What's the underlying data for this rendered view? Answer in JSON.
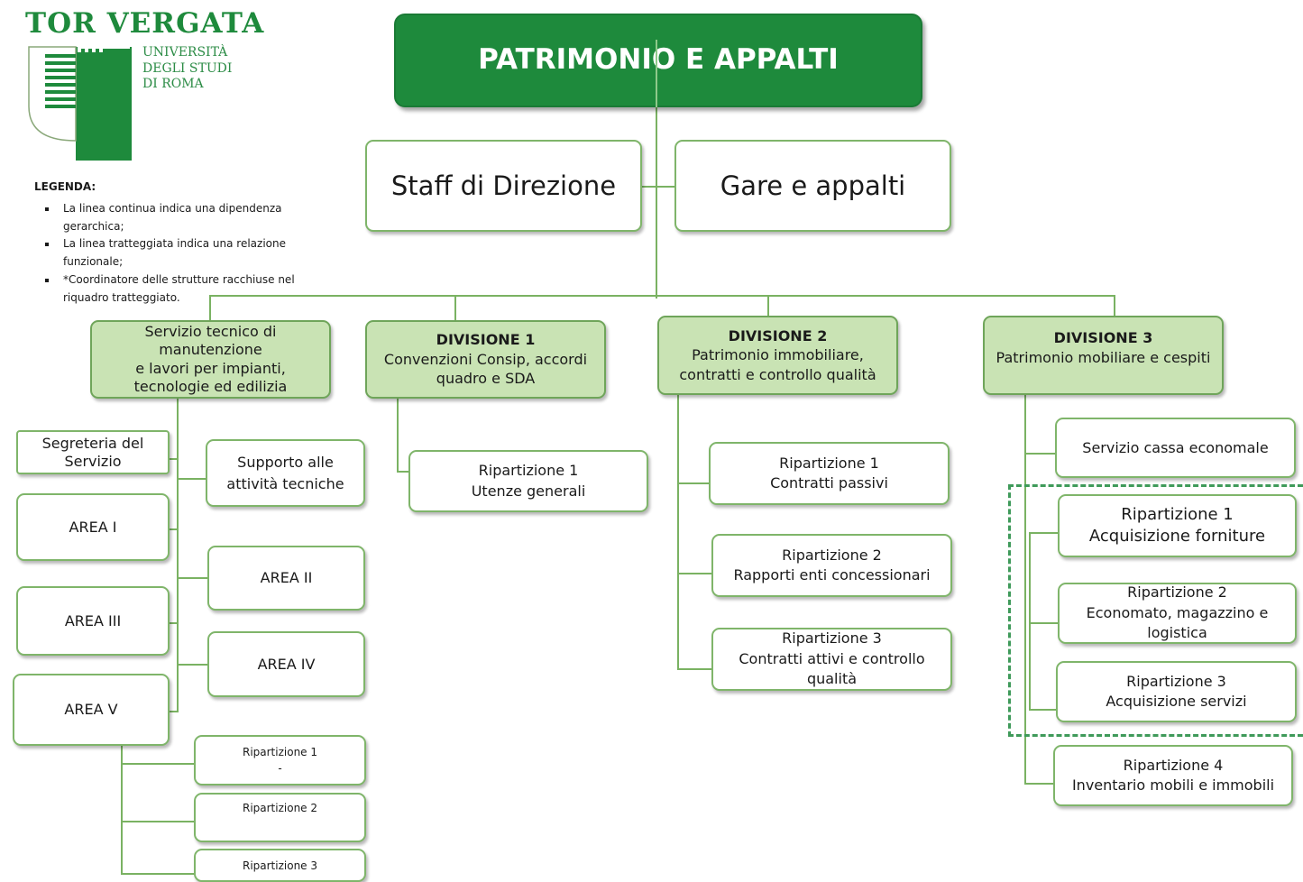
{
  "logo": {
    "title": "TOR VERGATA",
    "line1": "UNIVERSITÀ",
    "line2": "DEGLI STUDI",
    "line3": "DI ROMA"
  },
  "legend": {
    "heading": "LEGENDA:",
    "items": [
      "La linea continua indica una dipendenza gerarchica;",
      "La linea tratteggiata indica una relazione funzionale;",
      "*Coordinatore delle strutture racchiuse nel riquadro tratteggiato."
    ]
  },
  "top": {
    "title": "PATRIMONIO E APPALTI"
  },
  "staff": {
    "label": "Staff di Direzione"
  },
  "gare": {
    "label": "Gare e appalti"
  },
  "servizio_tecnico": {
    "line1": "Servizio tecnico di",
    "line2": "manutenzione",
    "line3": "e lavori per impianti,",
    "line4": "tecnologie ed edilizia",
    "children": {
      "segreteria": {
        "line1": "Segreteria del",
        "line2": "Servizio"
      },
      "supporto": {
        "line1": "Supporto alle",
        "line2": "attività tecniche"
      },
      "area1": "AREA I",
      "area2": "AREA II",
      "area3": "AREA III",
      "area4": "AREA IV",
      "area5": "AREA V",
      "rip1": {
        "line1": "Ripartizione 1",
        "line2": "-"
      },
      "rip2": "Ripartizione 2",
      "rip3": "Ripartizione 3"
    }
  },
  "divisione1": {
    "title": "DIVISIONE 1",
    "line1": "Convenzioni Consip, accordi",
    "line2": "quadro e SDA",
    "rip1": {
      "line1": "Ripartizione 1",
      "line2": "Utenze generali"
    }
  },
  "divisione2": {
    "title": "DIVISIONE 2",
    "line1": "Patrimonio immobiliare,",
    "line2": "contratti e controllo qualità",
    "rip1": {
      "line1": "Ripartizione 1",
      "line2": "Contratti passivi"
    },
    "rip2": {
      "line1": "Ripartizione 2",
      "line2": "Rapporti enti concessionari"
    },
    "rip3": {
      "line1": "Ripartizione 3",
      "line2": "Contratti attivi e controllo",
      "line3": "qualità"
    }
  },
  "divisione3": {
    "title": "DIVISIONE 3",
    "line1": "Patrimonio mobiliare e cespiti",
    "cassa": "Servizio cassa economale",
    "rip1": {
      "line1": "Ripartizione 1",
      "line2": "Acquisizione forniture"
    },
    "rip2": {
      "line1": "Ripartizione 2",
      "line2": "Economato, magazzino e",
      "line3": "logistica"
    },
    "rip3": {
      "line1": "Ripartizione 3",
      "line2": "Acquisizione servizi"
    },
    "rip4": {
      "line1": "Ripartizione 4",
      "line2": "Inventario mobili e immobili"
    }
  },
  "colors": {
    "brand_green": "#1e8a3c",
    "light_green": "#c9e3b4",
    "line_green": "#7ab262"
  }
}
